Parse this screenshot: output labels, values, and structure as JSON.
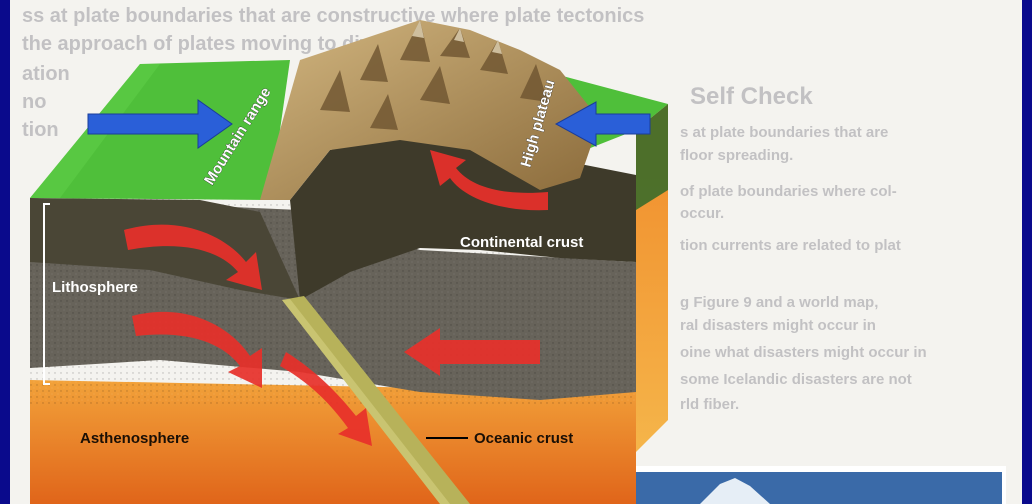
{
  "labels": {
    "mountain_range": "Mountain range",
    "high_plateau": "High plateau",
    "continental_crust": "Continental crust",
    "lithosphere": "Lithosphere",
    "asthenosphere": "Asthenosphere",
    "oceanic_crust": "Oceanic crust"
  },
  "background_text": {
    "heading": "Self Check",
    "lines": [
      "s at plate boundaries that are",
      "floor spreading.",
      "of plate boundaries where col-",
      "occur.",
      "tion currents are related to plat",
      "g Figure 9 and a world map,",
      "ral disasters might occur in",
      "oine what disasters might occur in",
      "some Icelandic disasters are not",
      "rld fiber."
    ],
    "top_line_1": "ss at plate boundaries that are constructive where plate tectonics",
    "top_line_2": "the approach of plates moving to diverging. The",
    "top_left_fragments": [
      "ation",
      "no",
      "tion"
    ]
  },
  "colors": {
    "frame": "#0a0a8c",
    "grass": "#4fbf3a",
    "mountain": "#b89860",
    "continental_crust": "#3e3a2a",
    "lithosphere": "#5a5448",
    "asthenosphere": "#e88a1e",
    "oceanic_slab": "#b7b25a",
    "blue_arrow": "#2a5fd8",
    "red_arrow": "#e8302a"
  },
  "icons": {
    "compression_arrows": "blue-arrow",
    "convection_arrows": "red-arrow"
  }
}
